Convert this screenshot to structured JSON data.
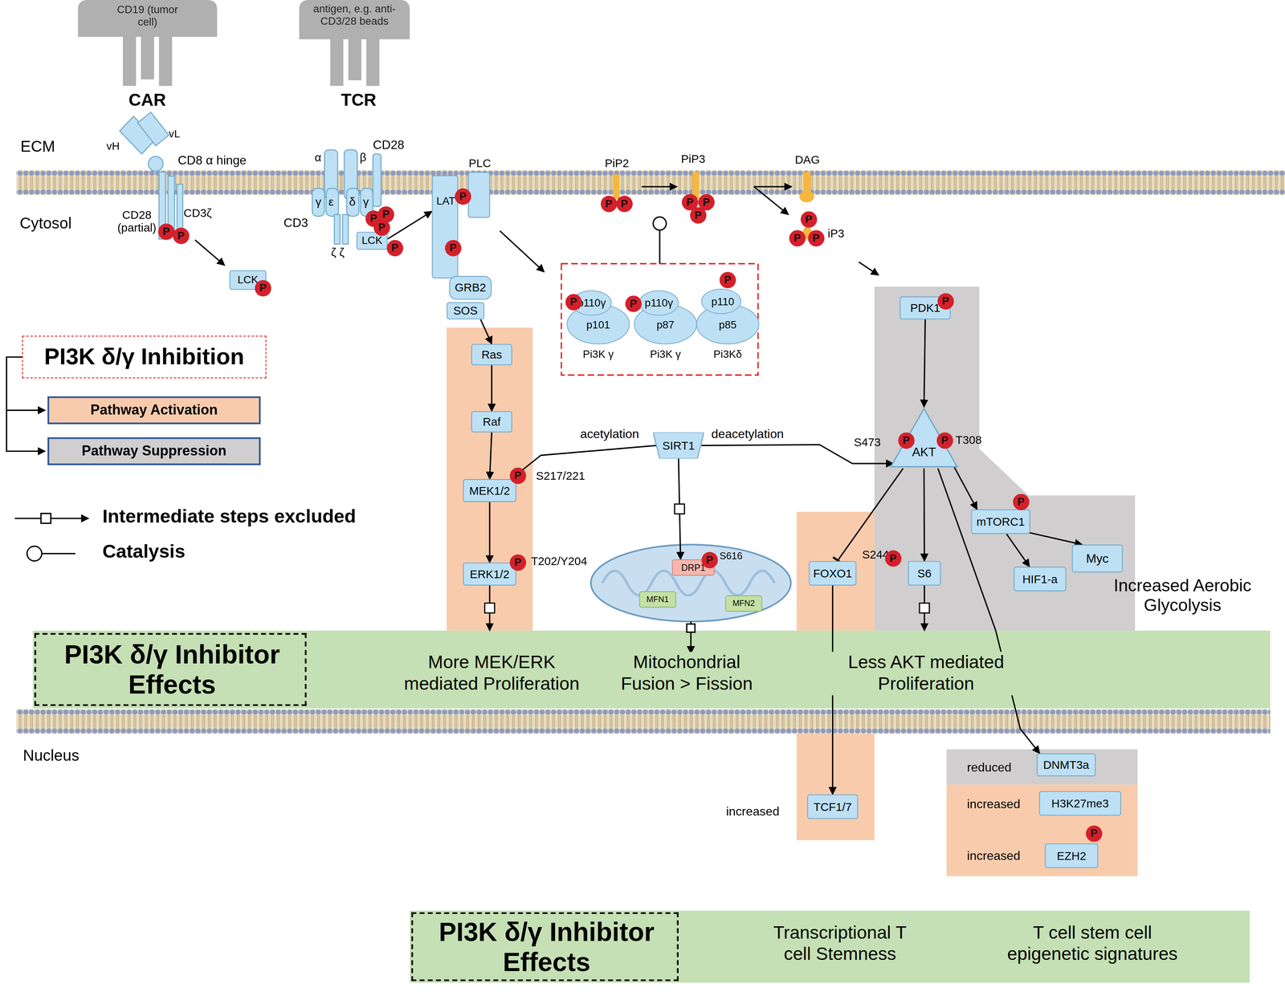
{
  "diagram": {
    "nodes": [
      {
        "text": [
          "CD19 (tumor cell)"
        ]
      },
      {
        "text": [
          "antigen, e.g. anti-CD3/28 beads"
        ]
      },
      {
        "text": [
          "LCK"
        ]
      },
      {
        "text": [
          "LCK"
        ]
      },
      {
        "text": [
          "LAT"
        ]
      },
      {
        "text": [
          "PLC"
        ]
      },
      {
        "text": [
          "GRB2"
        ]
      },
      {
        "text": [
          "SOS"
        ]
      },
      {
        "text": [
          "p110γ",
          "p101",
          "Pi3K γ"
        ]
      },
      {
        "text": [
          "p110γ",
          "p87",
          "Pi3K γ"
        ]
      },
      {
        "text": [
          "p110",
          "p85",
          "Pi3Kδ"
        ]
      },
      {
        "text": [
          "Ras"
        ]
      },
      {
        "text": [
          "Raf"
        ]
      },
      {
        "text": [
          "MEK1/2"
        ]
      },
      {
        "text": [
          "ERK1/2"
        ]
      },
      {
        "text": [
          "SIRT1"
        ]
      },
      {
        "text": [
          "DRP1"
        ]
      },
      {
        "text": [
          "MFN1"
        ]
      },
      {
        "text": [
          "MFN2"
        ]
      },
      {
        "text": [
          "PDK1"
        ]
      },
      {
        "text": [
          "AKT"
        ]
      },
      {
        "text": [
          "mTORC1"
        ]
      },
      {
        "text": [
          "HIF1-a"
        ]
      },
      {
        "text": [
          "Myc"
        ]
      },
      {
        "text": [
          "FOXO1"
        ]
      },
      {
        "text": [
          "S6"
        ]
      },
      {
        "text": [
          "More MEK/ERK mediated Proliferation",
          "Mitochondrial Fusion > Fission",
          "Less AKT mediated Proliferation"
        ]
      },
      {
        "text": [
          "PI3K δ/γ Inhibitor Effects"
        ],
        "in": 26
      },
      {
        "text": [
          "TCF1/7"
        ]
      },
      {
        "text": [
          "DNMT3a"
        ]
      },
      {
        "text": [
          "H3K27me3"
        ]
      },
      {
        "text": [
          "EZH2"
        ]
      },
      {
        "text": [
          "Transcriptional T cell Stemness",
          "T cell stem cell epigenetic signatures"
        ]
      },
      {
        "text": [
          "PI3K δ/γ Inhibitor Effects"
        ],
        "in": 32
      }
    ],
    "edges": [
      {
        "from": 3,
        "to": 4,
        "arrow": "to"
      },
      {
        "from": 7,
        "to": 11,
        "arrow": "to"
      },
      {
        "from": 11,
        "to": 12,
        "arrow": "to"
      },
      {
        "from": 12,
        "to": 13,
        "arrow": "to"
      },
      {
        "from": 13,
        "to": 14,
        "arrow": "to"
      },
      {
        "from": 15,
        "to": 13,
        "label": "acetylation",
        "arrow": "to"
      },
      {
        "from": 15,
        "to": 20,
        "label": "deacetylation",
        "arrow": "to"
      },
      {
        "from": 15,
        "to": 16,
        "arrow": "to"
      },
      {
        "from": 19,
        "to": 20,
        "arrow": "to"
      },
      {
        "from": 20,
        "to": 24,
        "arrow": "to"
      },
      {
        "from": 20,
        "to": 25,
        "arrow": "to"
      },
      {
        "from": 20,
        "to": 21,
        "arrow": "to"
      },
      {
        "from": 21,
        "to": 22,
        "arrow": "to"
      },
      {
        "from": 21,
        "to": 23,
        "arrow": "to"
      },
      {
        "from": 20,
        "to": 29,
        "arrow": "to"
      },
      {
        "from": 24,
        "to": 28,
        "arrow": "to"
      },
      {
        "from": 14,
        "to": 26,
        "arrow": "to"
      },
      {
        "from": 25,
        "to": 26,
        "arrow": "to"
      }
    ],
    "labels": [
      "ECM",
      "Cytosol",
      "Nucleus",
      "CAR",
      "TCR",
      "vH",
      "vL",
      "CD8 α hinge",
      "CD28 (partial)",
      "CD3ζ",
      "CD3",
      "α",
      "β",
      "CD28",
      "γ",
      "ε",
      "δ",
      "γ",
      "ζ ζ",
      "PiP2",
      "PiP3",
      "DAG",
      "iP3",
      "S473",
      "T308",
      "S217/221",
      "T202/Y204",
      "S616",
      "S2448",
      "Increased Aerobic Glycolysis",
      "reduced",
      "increased",
      "increased",
      "increased",
      "P",
      "P",
      "P",
      "P",
      "P",
      "P",
      "P",
      "P",
      "P",
      "P",
      "P",
      "P",
      "P",
      "P",
      "P",
      "P",
      "P",
      "P",
      "P",
      "P",
      "P",
      "P",
      "P",
      "P",
      "P",
      "P",
      "P",
      "P",
      "P"
    ],
    "legend": [
      {
        "text": "PI3K δ/γ Inhibition"
      },
      {
        "text": "Pathway Activation",
        "color": "#f8cbad"
      },
      {
        "text": "Pathway Suppression",
        "color": "#d0cece"
      },
      {
        "text": "Intermediate steps excluded"
      },
      {
        "text": "Catalysis"
      }
    ]
  }
}
